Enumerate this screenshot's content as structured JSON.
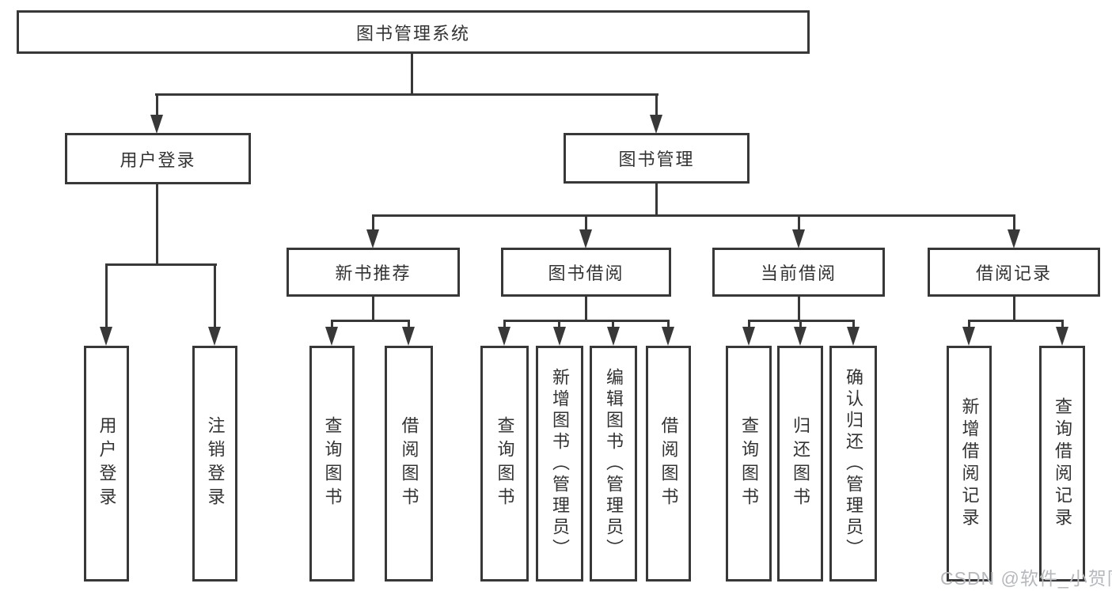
{
  "root_label": "图书管理系统",
  "branches": [
    {
      "label": "用户登录",
      "leaves": [
        "用户登录",
        "注销登录"
      ]
    },
    {
      "label": "图书管理",
      "children": [
        {
          "label": "新书推荐",
          "leaves": [
            "查询图书",
            "借阅图书"
          ]
        },
        {
          "label": "图书借阅",
          "leaves": [
            "查询图书",
            "新增图书（管理员）",
            "编辑图书（管理员）",
            "借阅图书"
          ]
        },
        {
          "label": "当前借阅",
          "leaves": [
            "查询图书",
            "归还图书",
            "确认归还（管理员）"
          ]
        },
        {
          "label": "借阅记录",
          "leaves": [
            "新增借阅记录",
            "查询借阅记录"
          ]
        }
      ]
    }
  ],
  "watermark": "CSDN @软件_小贺同学",
  "colors": {
    "line": "#383838",
    "text": "#333333",
    "watermark": "#b5b9bd"
  }
}
